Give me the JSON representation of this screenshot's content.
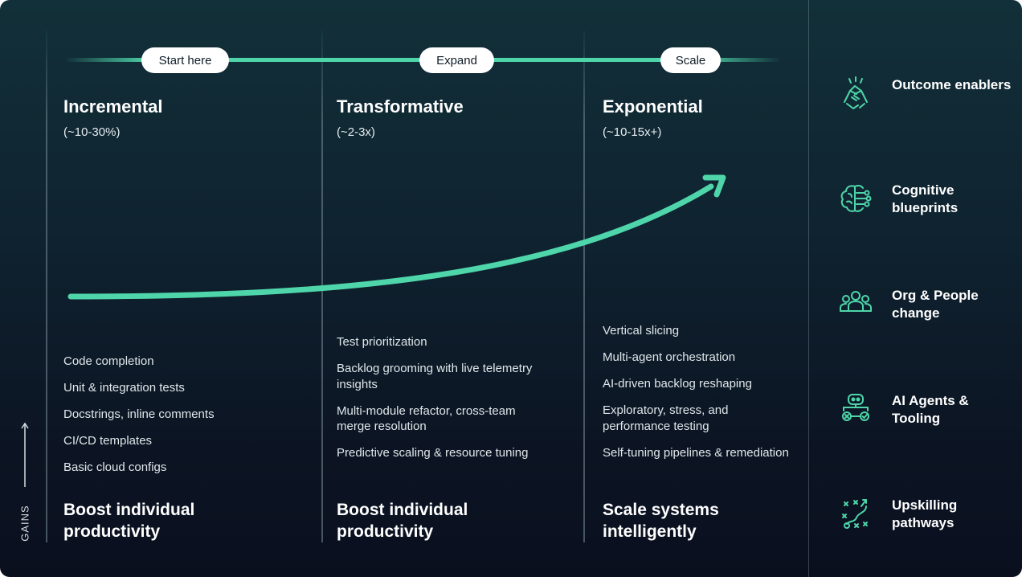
{
  "colors": {
    "accent": "#4ed6aa",
    "background": "#0c1524",
    "text": "#ffffff"
  },
  "axis": {
    "label": "GAINS"
  },
  "timeline": {
    "markers": [
      "Start here",
      "Expand",
      "Scale"
    ]
  },
  "stages": [
    {
      "title": "Incremental",
      "range": "(~10-30%)",
      "items": [
        "Code completion",
        "Unit & integration tests",
        "Docstrings, inline comments",
        "CI/CD templates",
        "Basic cloud configs"
      ],
      "outcome": "Boost individual productivity"
    },
    {
      "title": "Transformative",
      "range": "(~2-3x)",
      "items": [
        "Test prioritization",
        "Backlog grooming with live telemetry insights",
        "Multi-module refactor, cross-team merge resolution",
        "Predictive scaling & resource tuning"
      ],
      "outcome": "Boost individual productivity"
    },
    {
      "title": "Exponential",
      "range": "(~10-15x+)",
      "items": [
        "Vertical slicing",
        "Multi-agent orchestration",
        "AI-driven backlog reshaping",
        "Exploratory, stress, and performance testing",
        "Self-tuning pipelines & remediation"
      ],
      "outcome": "Scale systems intelligently"
    }
  ],
  "enablers": [
    {
      "label": "Outcome enablers",
      "icon": "handshake-icon"
    },
    {
      "label": "Cognitive blueprints",
      "icon": "brain-icon"
    },
    {
      "label": "Org & People change",
      "icon": "people-group-icon"
    },
    {
      "label": "AI Agents & Tooling",
      "icon": "robot-icon"
    },
    {
      "label": "Upskilling pathways",
      "icon": "strategy-path-icon"
    }
  ]
}
